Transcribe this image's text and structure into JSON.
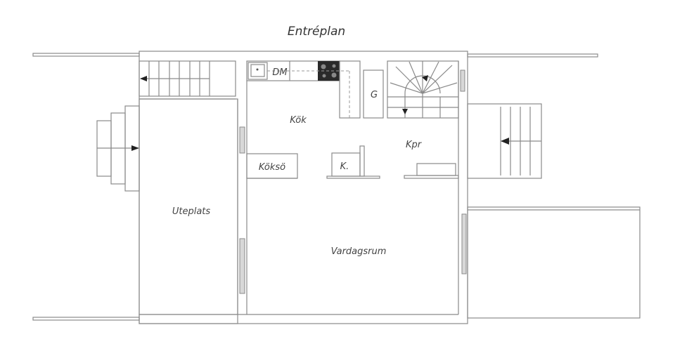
{
  "title": "Entréplan",
  "rooms": {
    "kitchen": "Kök",
    "hall": "Kpr",
    "closet": "G",
    "dishwasher": "DM",
    "island": "Köksö",
    "cupboard": "K.",
    "patio": "Uteplats",
    "living_room": "Vardagsrum"
  },
  "colors": {
    "line": "#8a8a8a",
    "stove": "#2a2a2a",
    "text": "#444444"
  }
}
